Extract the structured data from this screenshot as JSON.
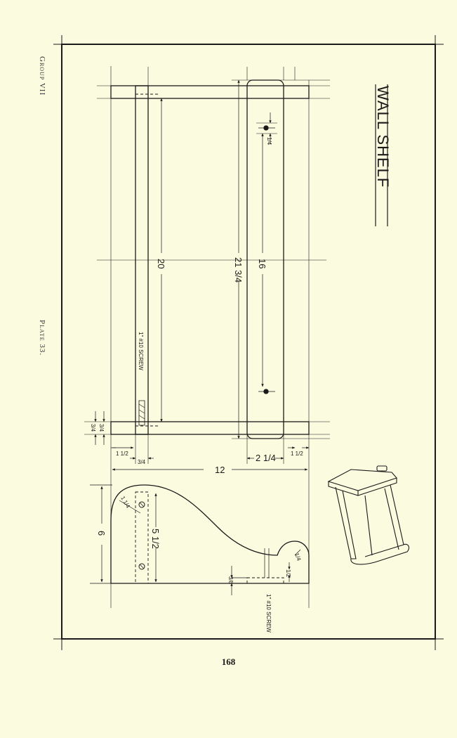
{
  "header": {
    "group": "Group VII",
    "plate": "Plate 33."
  },
  "title": "WALL SHELF",
  "dimensions": {
    "overall_length": "20",
    "shelf_length": "21 3/4",
    "hole_spacing": "16",
    "board_width": "12",
    "height": "6",
    "cleat_height": "5 1/2",
    "inset_right": "2 1/4",
    "edge_right": "1 1/2",
    "edge_left": "1 1/2",
    "thickness_left": "3/4",
    "thickness_bottom": "3/4",
    "thickness_bottom_b": "3/4",
    "hole_offset": "1/4",
    "radius_left": "1 1/4",
    "radius_right": "1/4",
    "small_right": "1/2",
    "dado_depth": "3/8"
  },
  "notes": {
    "screw_top": "1\" #10 SCREW",
    "screw_bottom": "1\" #10 SCREW"
  },
  "page_number": "168"
}
